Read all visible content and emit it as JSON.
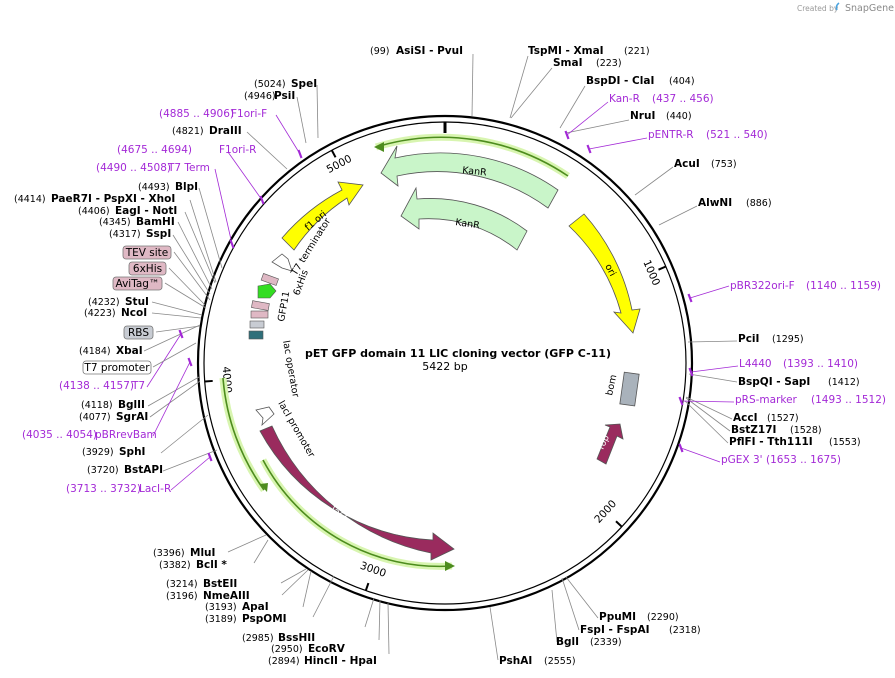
{
  "credit": {
    "created_by": "Created by",
    "brand": "SnapGene"
  },
  "map": {
    "title": "pET GFP domain 11 LIC cloning vector (GFP C-11)",
    "length": "5422 bp",
    "tick_labels": [
      "1000",
      "2000",
      "3000",
      "4000",
      "5000"
    ]
  },
  "enzymes": [
    {
      "id": "asisi",
      "name": "AsiSI",
      "sep": "-",
      "name2": "PvuI",
      "pos": "(99)"
    },
    {
      "id": "tspmi",
      "name": "TspMI",
      "sep": "-",
      "name2": "XmaI",
      "pos": "(221)"
    },
    {
      "id": "smai",
      "name": "SmaI",
      "pos": "(223)"
    },
    {
      "id": "bspdi",
      "name": "BspDI",
      "sep": "-",
      "name2": "ClaI",
      "pos": "(404)"
    },
    {
      "id": "nrui",
      "name": "NruI",
      "pos": "(440)"
    },
    {
      "id": "acui",
      "name": "AcuI",
      "pos": "(753)"
    },
    {
      "id": "alwni",
      "name": "AlwNI",
      "pos": "(886)"
    },
    {
      "id": "pcii",
      "name": "PciI",
      "pos": "(1295)"
    },
    {
      "id": "bspqi",
      "name": "BspQI",
      "sep": "-",
      "name2": "SapI",
      "pos": "(1412)"
    },
    {
      "id": "acci",
      "name": "AccI",
      "pos": "(1527)"
    },
    {
      "id": "bstz17i",
      "name": "BstZ17I",
      "pos": "(1528)"
    },
    {
      "id": "pflfi",
      "name": "PflFI",
      "sep": "-",
      "name2": "Tth111I",
      "pos": "(1553)"
    },
    {
      "id": "ppumi",
      "name": "PpuMI",
      "pos": "(2290)"
    },
    {
      "id": "fspi",
      "name": "FspI",
      "sep": "-",
      "name2": "FspAI",
      "pos": "(2318)"
    },
    {
      "id": "bgli",
      "name": "BglI",
      "pos": "(2339)"
    },
    {
      "id": "pshai",
      "name": "PshAI",
      "pos": "(2555)"
    },
    {
      "id": "hincii",
      "name": "HincII",
      "sep": "-",
      "name2": "HpaI",
      "pos": "(2894)"
    },
    {
      "id": "ecorv",
      "name": "EcoRV",
      "pos": "(2950)"
    },
    {
      "id": "bsshii",
      "name": "BssHII",
      "pos": "(2985)"
    },
    {
      "id": "pspomi",
      "name": "PspOMI",
      "pos": "(3189)"
    },
    {
      "id": "apai",
      "name": "ApaI",
      "pos": "(3193)"
    },
    {
      "id": "nmeaiii",
      "name": "NmeAIII",
      "pos": "(3196)"
    },
    {
      "id": "bsteii",
      "name": "BstEII",
      "pos": "(3214)"
    },
    {
      "id": "bcli",
      "name": "BclI *",
      "pos": "(3382)"
    },
    {
      "id": "mlui",
      "name": "MluI",
      "pos": "(3396)"
    },
    {
      "id": "bstapi",
      "name": "BstAPI",
      "pos": "(3720)"
    },
    {
      "id": "sphi",
      "name": "SphI",
      "pos": "(3929)"
    },
    {
      "id": "sgrai",
      "name": "SgrAI",
      "pos": "(4077)"
    },
    {
      "id": "bglii",
      "name": "BglII",
      "pos": "(4118)"
    },
    {
      "id": "xbai",
      "name": "XbaI",
      "pos": "(4184)"
    },
    {
      "id": "ncoi",
      "name": "NcoI",
      "pos": "(4223)"
    },
    {
      "id": "stui",
      "name": "StuI",
      "pos": "(4232)"
    },
    {
      "id": "sspi",
      "name": "SspI",
      "pos": "(4317)"
    },
    {
      "id": "bamhi",
      "name": "BamHI",
      "pos": "(4345)"
    },
    {
      "id": "eagi",
      "name": "EagI",
      "sep": "-",
      "name2": "NotI",
      "pos": "(4406)"
    },
    {
      "id": "paer7i",
      "name": "PaeR7I",
      "sep": "-",
      "name2": "PspXI  -  XhoI",
      "pos": "(4414)"
    },
    {
      "id": "blpi",
      "name": "BlpI",
      "pos": "(4493)"
    },
    {
      "id": "draiii",
      "name": "DraIII",
      "pos": "(4821)"
    },
    {
      "id": "psii",
      "name": "PsiI",
      "pos": "(4946)"
    },
    {
      "id": "spei",
      "name": "SpeI",
      "pos": "(5024)"
    }
  ],
  "primers": [
    {
      "id": "kanr",
      "name": "Kan-R",
      "range": "(437 .. 456)"
    },
    {
      "id": "pentrr",
      "name": "pENTR-R",
      "range": "(521 .. 540)"
    },
    {
      "id": "pbr322ori",
      "name": "pBR322ori-F",
      "range": "(1140 .. 1159)"
    },
    {
      "id": "l4440",
      "name": "L4440",
      "range": "(1393 .. 1410)"
    },
    {
      "id": "prsmarker",
      "name": "pRS-marker",
      "range": "(1493 .. 1512)"
    },
    {
      "id": "pgex3",
      "name": "pGEX 3'",
      "range": "(1653 .. 1675)"
    },
    {
      "id": "laciR",
      "name": "LacI-R",
      "range": "(3713 .. 3732)"
    },
    {
      "id": "pbrrevbam",
      "name": "pBRrevBam",
      "range": "(4035 .. 4054)"
    },
    {
      "id": "t7",
      "name": "T7",
      "range": "(4138 .. 4157)"
    },
    {
      "id": "t7term",
      "name": "T7 Term",
      "range": "(4490 .. 4508)"
    },
    {
      "id": "f1oriR",
      "name": "F1ori-R",
      "range": "(4675 .. 4694)"
    },
    {
      "id": "f1oriF",
      "name": "F1ori-F",
      "range": "(4885 .. 4906)"
    }
  ],
  "boxed_features": [
    {
      "id": "tevsite",
      "name": "TEV site",
      "style": "pink"
    },
    {
      "id": "sixhis",
      "name": "6xHis",
      "style": "pink"
    },
    {
      "id": "avitag",
      "name": "AviTag™",
      "style": "pink"
    },
    {
      "id": "rbs",
      "name": "RBS",
      "style": "gray"
    },
    {
      "id": "t7promoter",
      "name": "T7 promoter",
      "style": "white"
    }
  ],
  "features": {
    "kanr_outer": "KanR",
    "kanr_inner": "KanR",
    "ori": "ori",
    "bom": "bom",
    "rop": "rop",
    "laci": "lacI",
    "laci_promoter": "lacI promoter",
    "lac_operator": "lac operator",
    "f1_ori": "f1 ori",
    "t7_terminator": "T7 terminator",
    "sixhis_vertical": "6xHis",
    "gfp11": "GFP11"
  },
  "colors": {
    "backbone": "#000000",
    "kanr": "#c9f5c9",
    "ori": "#ffff00",
    "laci": "#9a2b5e",
    "rop": "#9a2b5e",
    "bom": "#a9b2bb",
    "primer": "#a329d6",
    "orf_line": "#4d8c1e",
    "orf_halo": "#d8f5b0",
    "gfp11": "#33dd22",
    "pink_box": "#dfb8c4",
    "gray_box": "#c8ccd3",
    "lac_operator": "#2f6f7a"
  }
}
